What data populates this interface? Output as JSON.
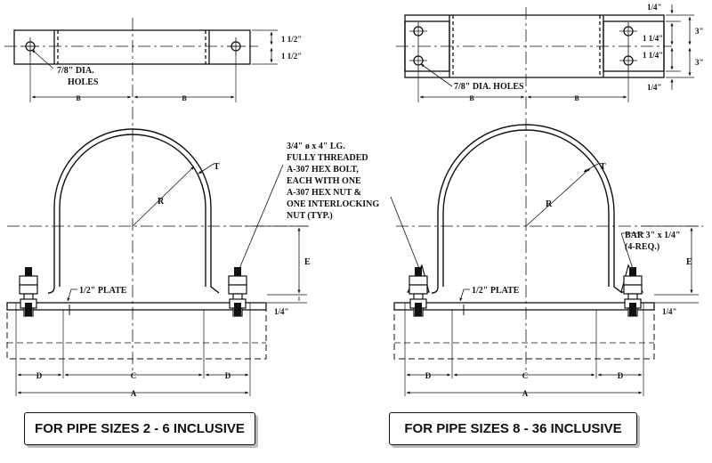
{
  "left": {
    "caption": "FOR PIPE SIZES 2 - 6 INCLUSIVE",
    "holes_note_line1": "7/8\" DIA.",
    "holes_note_line2": "HOLES",
    "dim_height_top": "1 1/2\"",
    "dim_height_bottom": "1 1/2\"",
    "b_left": "B",
    "b_right": "B",
    "t": "T",
    "r": "R",
    "e": "E",
    "plate": "1/2\" PLATE",
    "quarter": "1/4\"",
    "d_left": "D",
    "c": "C",
    "d_right": "D",
    "a": "A"
  },
  "right": {
    "caption": "FOR PIPE SIZES 8 - 36 INCLUSIVE",
    "holes_note": "7/8\" DIA. HOLES",
    "quarter_top": "1/4\"",
    "dim_114_top": "1 1/4\"",
    "dim_114_bottom": "1 1/4\"",
    "dim_3_top": "3\"",
    "dim_3_bottom": "3\"",
    "quarter_bottom": "1/4\"",
    "b_left": "B",
    "b_right": "B",
    "t": "T",
    "r": "R",
    "e": "E",
    "bar_line1": "BAR 3\" x 1/4\"",
    "bar_line2": "(4-REQ.)",
    "plate": "1/2\" PLATE",
    "quarter": "1/4\"",
    "d_left": "D",
    "c": "C",
    "d_right": "D",
    "a": "A"
  },
  "bolt_note": [
    "3/4\" ø x 4\" LG.",
    "FULLY THREADED",
    "A-307 HEX BOLT,",
    "EACH WITH ONE",
    "A-307 HEX NUT &",
    "ONE INTERLOCKING",
    "NUT (TYP.)"
  ]
}
